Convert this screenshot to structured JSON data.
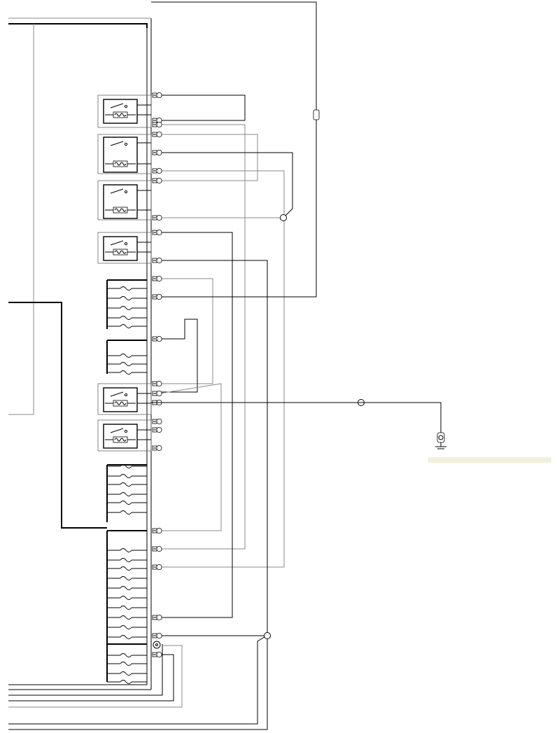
{
  "diagram": {
    "title": "",
    "relay_count": 6,
    "fuse_block_count": 5,
    "connector_count": 30,
    "components": {
      "relay": "relay-icon",
      "fuse": "fuse-icon",
      "connector": "connector-icon",
      "lamp": "lamp-icon",
      "ground": "ground-icon",
      "splice": "splice-node-icon"
    },
    "colors": {
      "wire": "#000000",
      "secondary_wire": "#8a8a8a",
      "background": "#ffffff",
      "highlight": "#f1f1dc"
    }
  }
}
